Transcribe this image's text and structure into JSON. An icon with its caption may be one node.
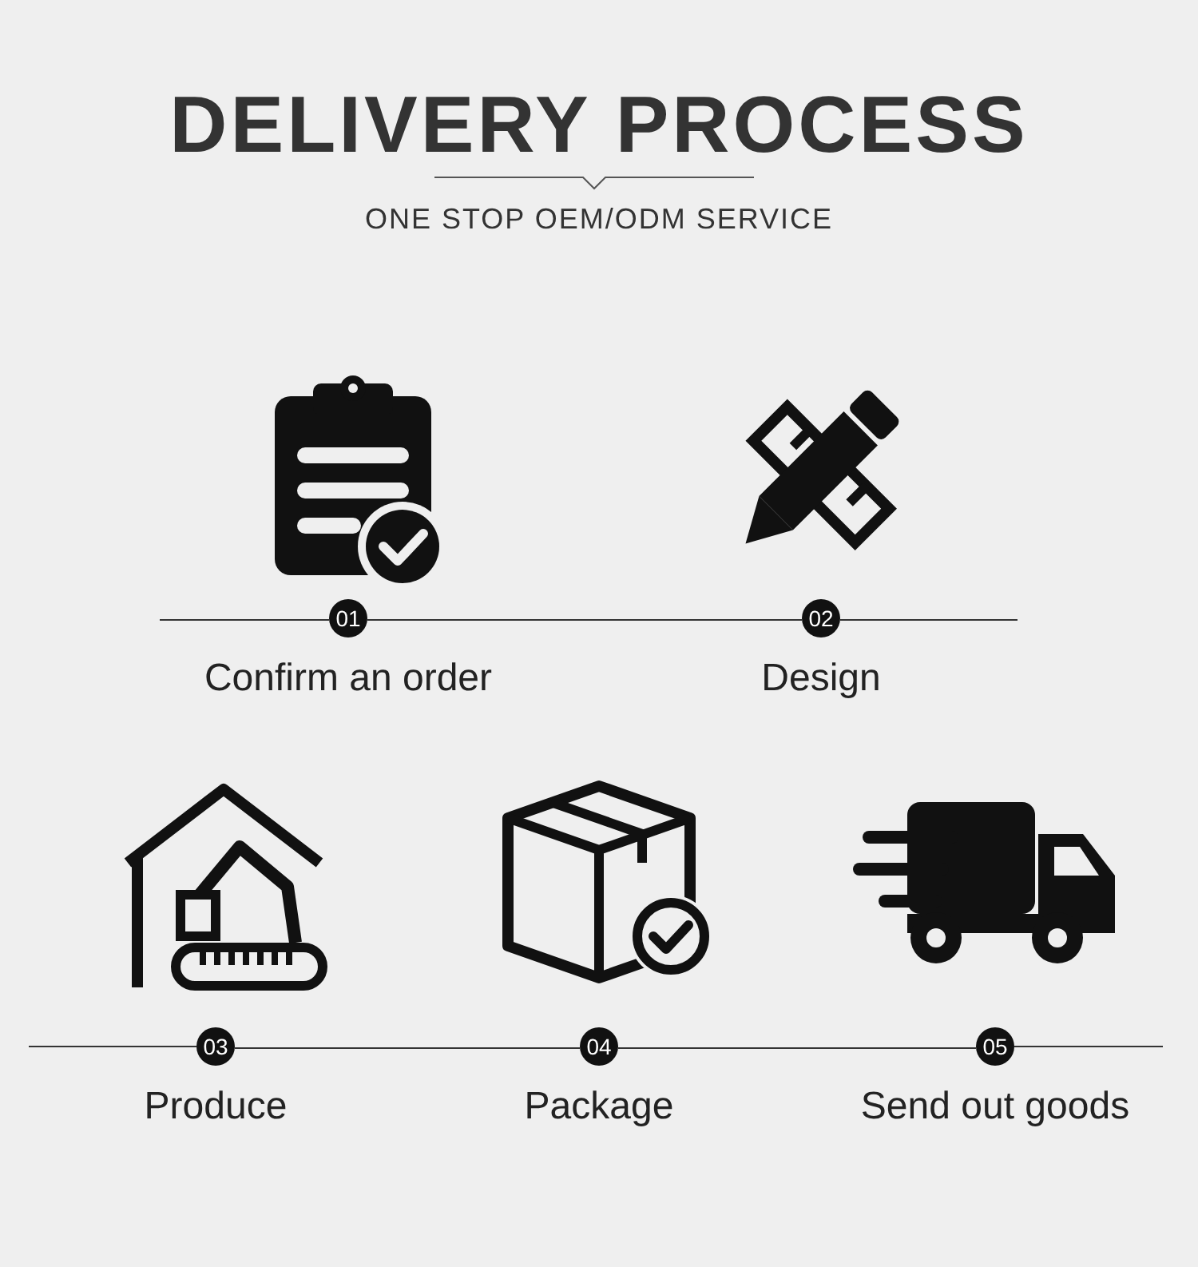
{
  "diagram": {
    "title": "DELIVERY PROCESS",
    "nodes": [
      {
        "text": [
          "01"
        ],
        "beside": [
          "Confirm an order"
        ]
      },
      {
        "text": [
          "02"
        ],
        "beside": [
          "Design"
        ]
      },
      {
        "text": [
          "03"
        ],
        "beside": [
          "Produce"
        ]
      },
      {
        "text": [
          "04"
        ],
        "beside": [
          "Package"
        ]
      },
      {
        "text": [
          "05"
        ],
        "beside": [
          "Send out goods"
        ]
      }
    ],
    "edges": [
      {
        "from": 0,
        "to": 1,
        "arrow": "none"
      },
      {
        "from": 2,
        "to": 3,
        "arrow": "none"
      },
      {
        "from": 3,
        "to": 4,
        "arrow": "none"
      }
    ],
    "labels": [
      "ONE STOP OEM/ODM SERVICE"
    ]
  }
}
